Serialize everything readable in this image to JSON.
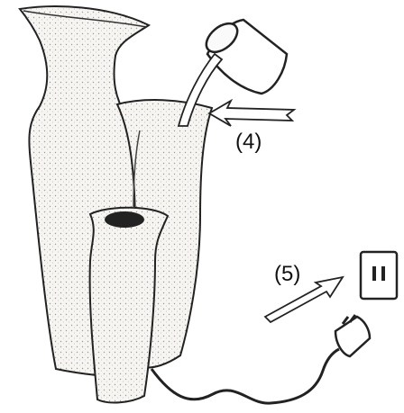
{
  "labels": {
    "step_4": "(4)",
    "step_5": "(5)"
  },
  "colors": {
    "ink": "#111111",
    "paper": "#ffffff",
    "stone": "#f4f2ee"
  },
  "icons": {
    "vase": "vase-illustration",
    "cup": "cup-icon",
    "outlet": "wall-outlet-icon",
    "plug": "plug-icon"
  }
}
